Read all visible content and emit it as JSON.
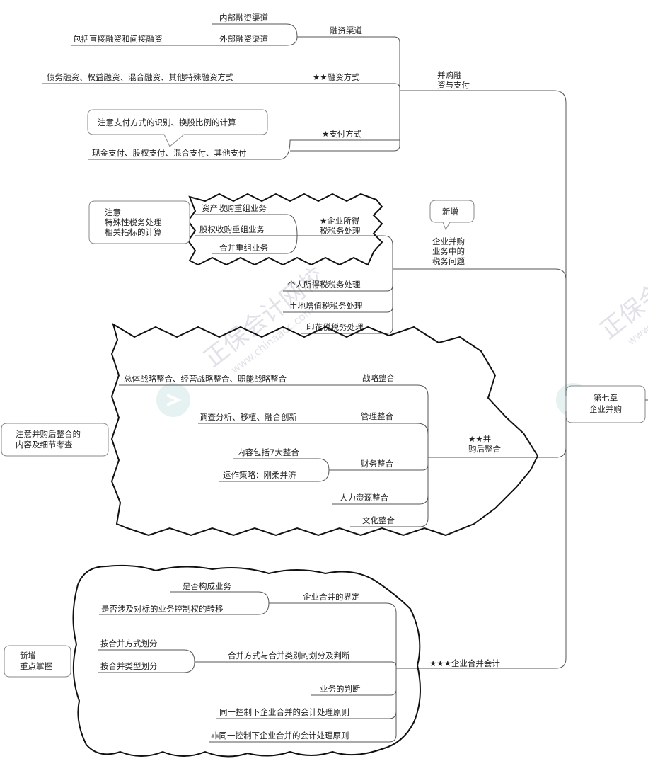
{
  "watermark": {
    "brand": "正保会计网校",
    "domain": "www.chinaacc.com",
    "logo_icon": "chevron-logo-icon"
  },
  "root": {
    "line1": "第七章",
    "line2": "企业并购"
  },
  "branch_financing": {
    "label_line1": "并购融",
    "label_line2": "资与支付",
    "channels": {
      "label": "融资渠道",
      "internal": "内部融资渠道",
      "external": "外部融资渠道",
      "external_note": "包括直接融资和间接融资"
    },
    "methods": {
      "label": "★★融资方式",
      "detail": "债务融资、权益融资、混合融资、其他特殊融资方式"
    },
    "payment": {
      "label": "★支付方式",
      "detail": "现金支付、股权支付、混合支付、其他支付",
      "callout": "注意支付方式的识别、换股比例的计算"
    }
  },
  "branch_tax": {
    "label_line1": "企业并购",
    "label_line2": "业务中的",
    "label_line3": "税务问题",
    "badge": "新增",
    "income_tax": {
      "label_line1": "★企业所得",
      "label_line2": "税税务处理",
      "items": [
        "资产收购重组业务",
        "股权收购重组业务",
        "合并重组业务"
      ],
      "callout_line1": "注意",
      "callout_line2": "特殊性税务处理",
      "callout_line3": "相关指标的计算"
    },
    "others": [
      "个人所得税税务处理",
      "土地增值税税务处理",
      "印花税税务处理"
    ]
  },
  "branch_integration": {
    "label_line1": "★★并",
    "label_line2": "购后整合",
    "strategy": {
      "label": "战略整合",
      "detail": "总体战略整合、经营战略整合、职能战略整合"
    },
    "management": {
      "label": "管理整合",
      "detail": "调查分析、移植、融合创新"
    },
    "finance": {
      "label": "财务整合",
      "detail1": "内容包括7大整合",
      "detail2": "运作策略：刚柔并济"
    },
    "hr": {
      "label": "人力资源整合"
    },
    "culture": {
      "label": "文化整合"
    },
    "callout_line1": "注意并购后整合的",
    "callout_line2": "内容及细节考查"
  },
  "branch_accounting": {
    "label": "★★★企业合并会计",
    "definition": {
      "label": "企业合并的界定",
      "q1": "是否构成业务",
      "q2": "是否涉及对标的业务控制权的转移"
    },
    "classification": {
      "label": "合并方式与合并类别的划分及判断",
      "by_method": "按合并方式划分",
      "by_type": "按合并类型划分"
    },
    "business_judgment": "业务的判断",
    "same_control": "同一控制下企业合并的会计处理原则",
    "non_same_control": "非同一控制下企业合并的会计处理原则",
    "callout_line1": "新增",
    "callout_line2": "重点掌握"
  }
}
